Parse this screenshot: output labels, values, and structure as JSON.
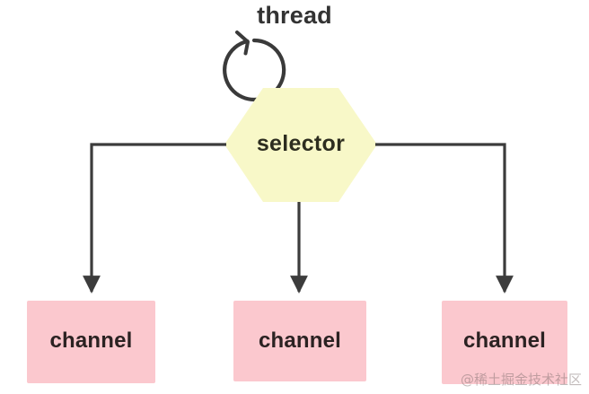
{
  "diagram": {
    "title": "thread",
    "background_color": "#ffffff",
    "nodes": {
      "thread": {
        "label": "thread",
        "shape": "self-loop-circle",
        "stroke_color": "#3a3a3a",
        "text_color": "#333333"
      },
      "selector": {
        "label": "selector",
        "shape": "hexagon",
        "fill_color": "#f8f8c8",
        "text_color": "#2d2d1f"
      },
      "channels": [
        {
          "label": "channel",
          "shape": "rectangle",
          "fill_color": "#fbc8ce",
          "text_color": "#2b2222"
        },
        {
          "label": "channel",
          "shape": "rectangle",
          "fill_color": "#fbc8ce",
          "text_color": "#2b2222"
        },
        {
          "label": "channel",
          "shape": "rectangle",
          "fill_color": "#fbc8ce",
          "text_color": "#2b2222"
        }
      ]
    },
    "edges": {
      "stroke_color": "#3c3c3c",
      "arrow_color": "#3c3c3c",
      "connections": [
        {
          "from": "selector",
          "to": "channel-0",
          "style": "elbow-left"
        },
        {
          "from": "selector",
          "to": "channel-1",
          "style": "straight-down"
        },
        {
          "from": "selector",
          "to": "channel-2",
          "style": "elbow-right"
        },
        {
          "from": "thread",
          "to": "thread",
          "style": "self-loop"
        }
      ]
    },
    "watermark": "@稀土掘金技术社区"
  }
}
